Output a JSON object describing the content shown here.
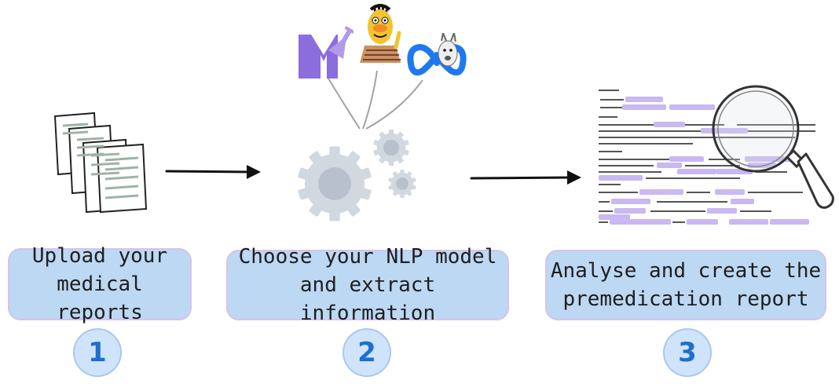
{
  "steps": [
    {
      "number": "1",
      "text": "Upload your medical reports"
    },
    {
      "number": "2",
      "text": "Choose your NLP model and extract information"
    },
    {
      "number": "3",
      "text": "Analyse and create the premedication report"
    }
  ],
  "models": [
    {
      "icon": "mistral-m-icon"
    },
    {
      "icon": "bert-muppet-icon"
    },
    {
      "icon": "meta-llama-icon"
    }
  ],
  "colors": {
    "box_fill": "#bcd8f3",
    "box_border": "#d7c2ee",
    "number_color": "#1d6fd0",
    "highlight": "#c9b8f2",
    "gear": "#c9d1db"
  }
}
